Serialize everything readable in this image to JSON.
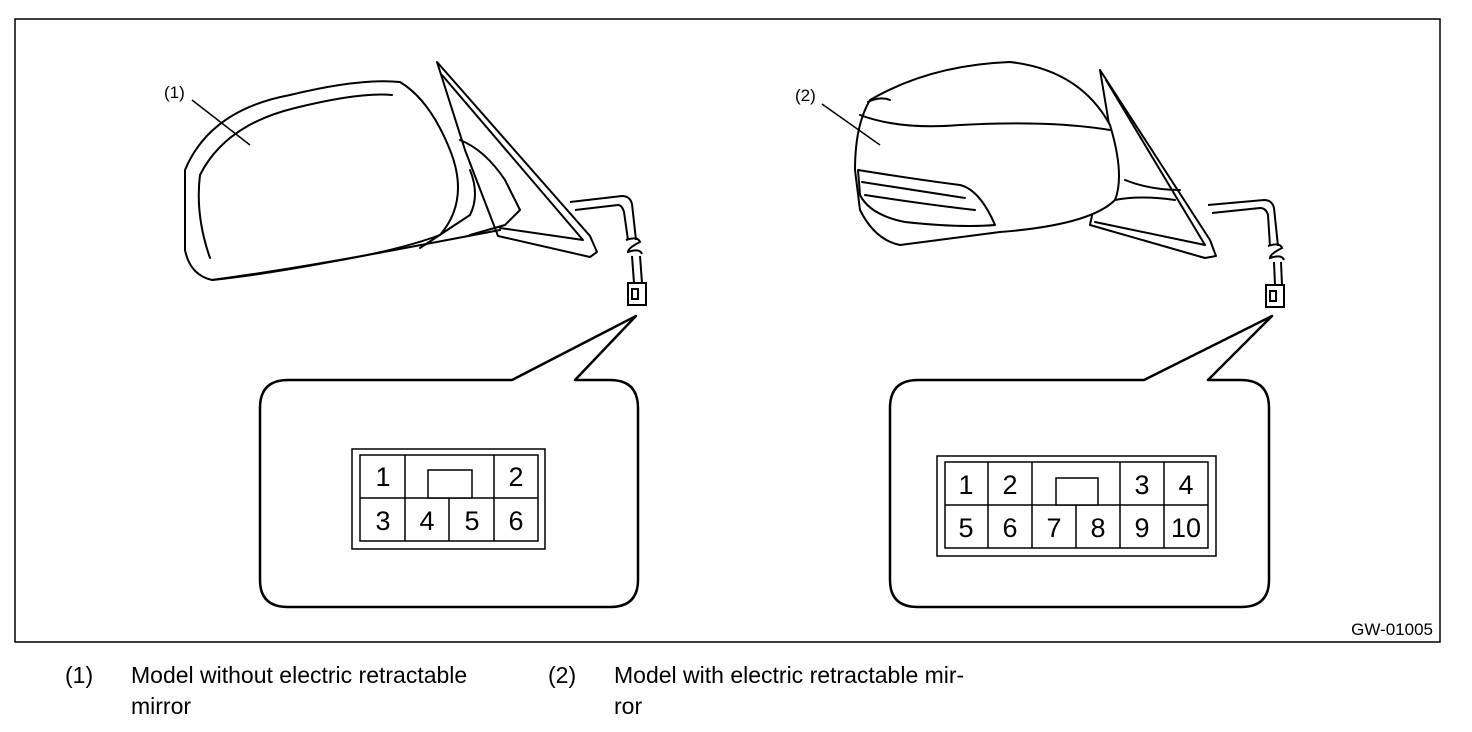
{
  "figure_code": "GW-01005",
  "callouts": {
    "left": "(1)",
    "right": "(2)"
  },
  "connector_left": {
    "top": [
      "1",
      "2"
    ],
    "bottom": [
      "3",
      "4",
      "5",
      "6"
    ]
  },
  "connector_right": {
    "top": [
      "1",
      "2",
      "3",
      "4"
    ],
    "bottom": [
      "5",
      "6",
      "7",
      "8",
      "9",
      "10"
    ]
  },
  "legend": [
    {
      "num": "(1)",
      "lines": [
        "Model without electric retractable",
        "mirror"
      ]
    },
    {
      "num": "(2)",
      "lines": [
        "Model with electric retractable mir-",
        "ror"
      ]
    }
  ]
}
